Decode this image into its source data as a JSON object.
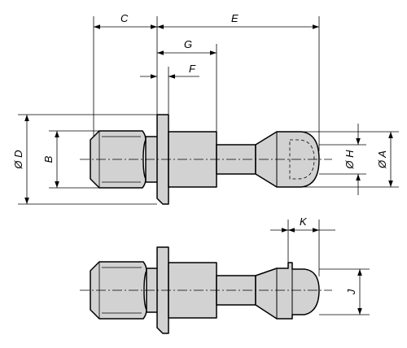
{
  "dimensions": {
    "c": "C",
    "e": "E",
    "g": "G",
    "f": "F",
    "d": "Ø D",
    "b": "B",
    "h": "Ø H",
    "a": "Ø A",
    "k": "K",
    "j": "J"
  }
}
